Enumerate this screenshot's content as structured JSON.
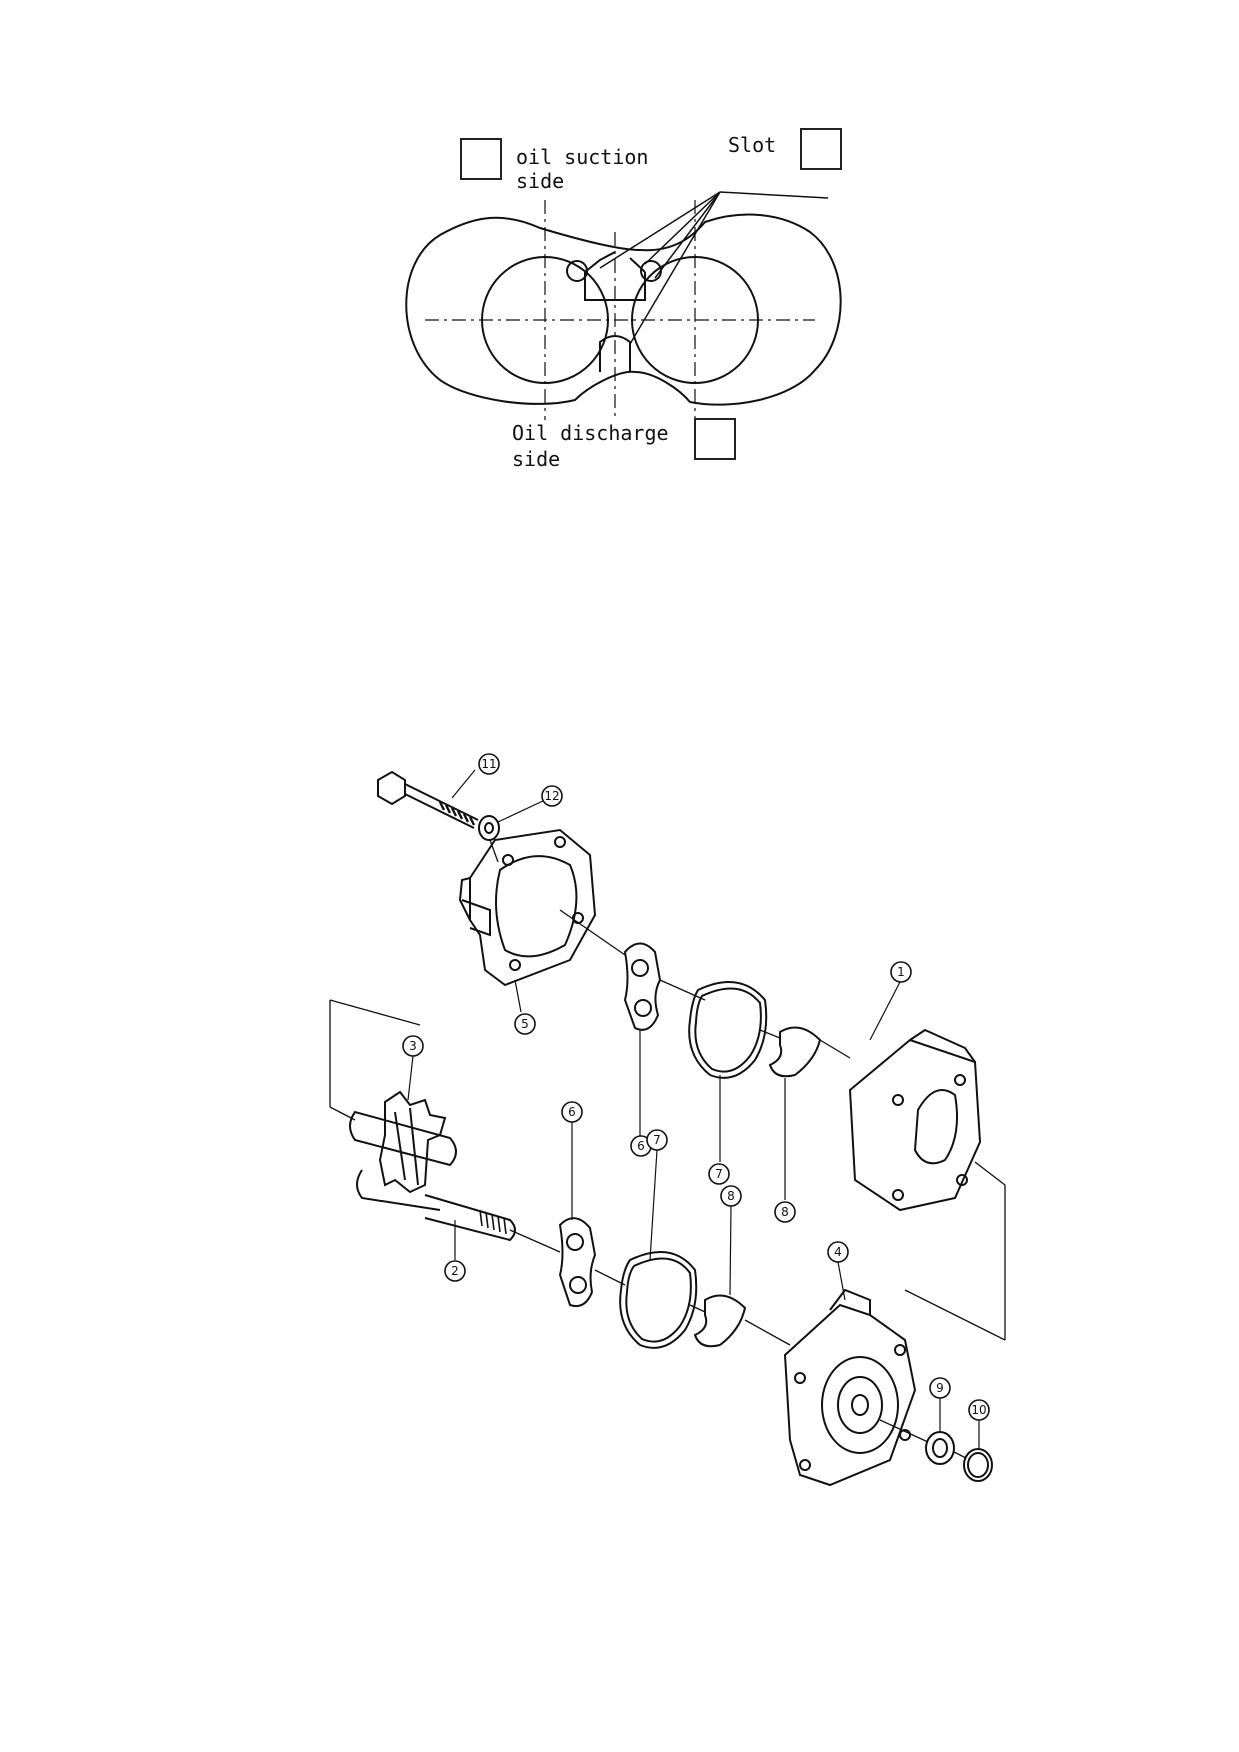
{
  "top_diagram": {
    "suction_label_line1": "oil suction",
    "suction_label_line2": "side",
    "slot_label": "Slot",
    "discharge_label_line1": "Oil discharge",
    "discharge_label_line2": "side"
  },
  "exploded_view": {
    "callouts": [
      {
        "id": "c1",
        "number": "1"
      },
      {
        "id": "c2",
        "number": "2"
      },
      {
        "id": "c3",
        "number": "3"
      },
      {
        "id": "c4",
        "number": "4"
      },
      {
        "id": "c5",
        "number": "5"
      },
      {
        "id": "c6a",
        "number": "6"
      },
      {
        "id": "c6b",
        "number": "6"
      },
      {
        "id": "c7a",
        "number": "7"
      },
      {
        "id": "c7b",
        "number": "7"
      },
      {
        "id": "c8a",
        "number": "8"
      },
      {
        "id": "c8b",
        "number": "8"
      },
      {
        "id": "c9",
        "number": "9"
      },
      {
        "id": "c10",
        "number": "10"
      },
      {
        "id": "c11",
        "number": "11"
      },
      {
        "id": "c12",
        "number": "12"
      }
    ]
  }
}
